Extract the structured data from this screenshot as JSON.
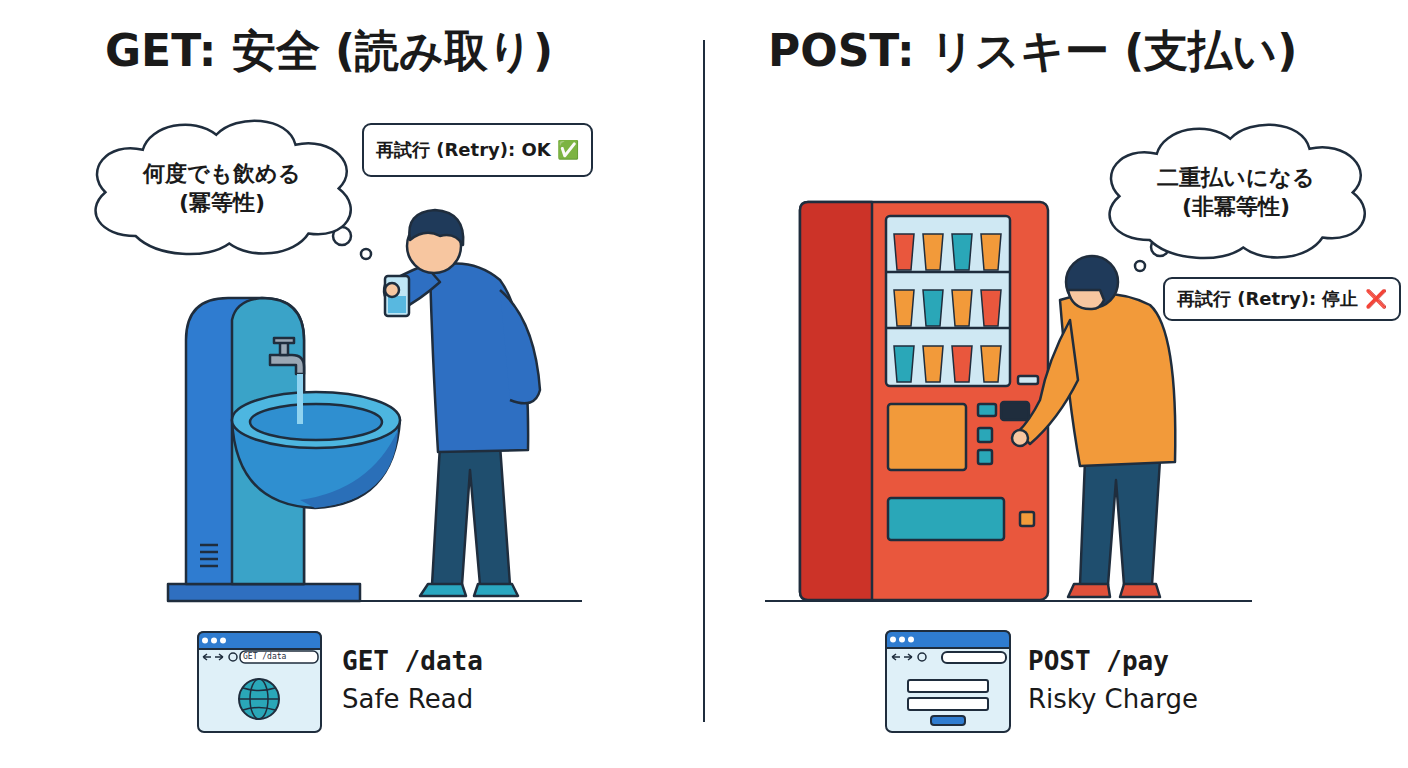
{
  "diagram": {
    "nodes": [
      {
        "text": [
          "何度でも飲める (冪等性)"
        ]
      },
      {
        "text": [
          "再試行 (Retry): OK ✅"
        ]
      },
      {
        "text": [
          "GET /data"
        ]
      },
      {
        "text": [
          "二重払いになる (非冪等性)"
        ]
      },
      {
        "text": [
          "再試行 (Retry): 停止 ❌"
        ]
      }
    ],
    "labels": [
      "GET: 安全 (読み取り)",
      "POST: リスキー (支払い)",
      "GET /data",
      "Safe Read",
      "POST /pay",
      "Risky Charge"
    ]
  }
}
